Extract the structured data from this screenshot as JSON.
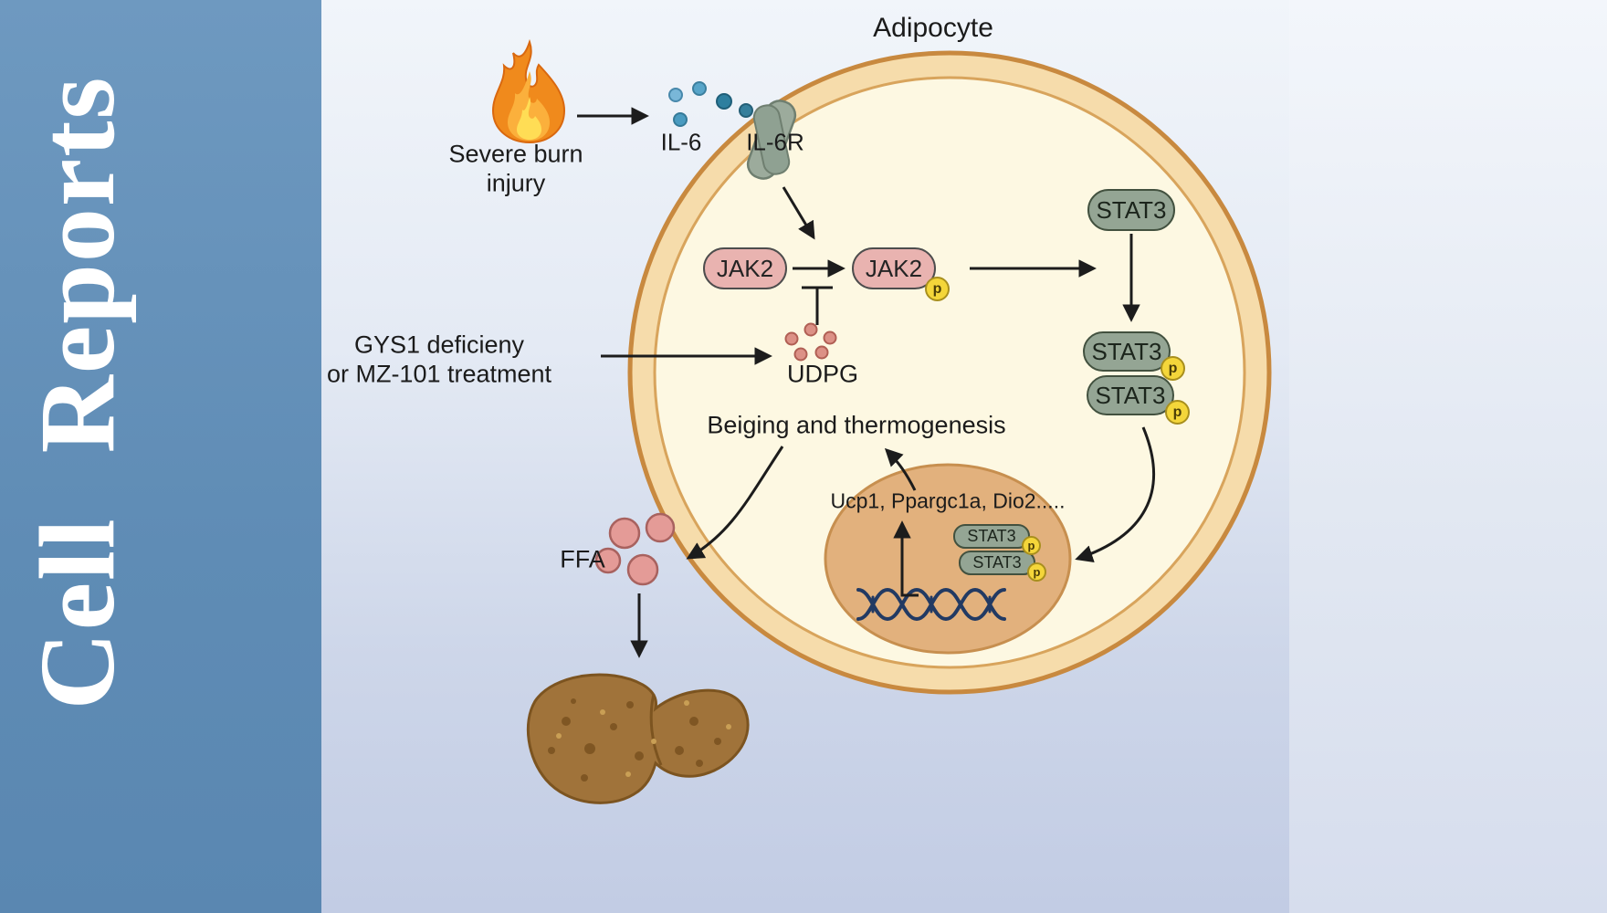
{
  "journal": {
    "word1": "Cell",
    "word2": "Reports"
  },
  "figure": {
    "cell_label": "Adipocyte",
    "stimulus": {
      "line1": "Severe burn",
      "line2": "injury"
    },
    "il6_label": "IL-6",
    "il6r_label": "IL-6R",
    "jak2_label": "JAK2",
    "stat3_label": "STAT3",
    "phospho_label": "p",
    "treatment": {
      "line1": "GYS1 deficieny",
      "line2": "or MZ-101 treatment"
    },
    "udpg_label": "UDPG",
    "beiging_label": "Beiging and thermogenesis",
    "genes_label": "Ucp1, Ppargc1a, Dio2.....",
    "ffa_label": "FFA"
  },
  "icons": {
    "flame": "flame-icon",
    "receptor": "il6r-receptor-icon",
    "cytokine_dots": "il6-dots",
    "udpg_dots": "udpg-dots",
    "ffa_dots": "ffa-dots",
    "dna": "dna-helix-icon",
    "liver": "liver-icon"
  },
  "colors": {
    "sidebar_blue": "#5f8cb5",
    "membrane_ring": "#f6dcab",
    "membrane_outline": "#c8893f",
    "cytoplasm": "#fdf8e2",
    "nucleus_tan": "#e2b17d",
    "jak2_pink": "#e9b3b0",
    "stat3_green": "#94a594",
    "phospho_yellow": "#f4d63a",
    "il6_blue": "#4f9cc4",
    "udpg_red": "#dc9186",
    "ffa_pink": "#e49b97",
    "arrow_black": "#1c1c1c"
  }
}
